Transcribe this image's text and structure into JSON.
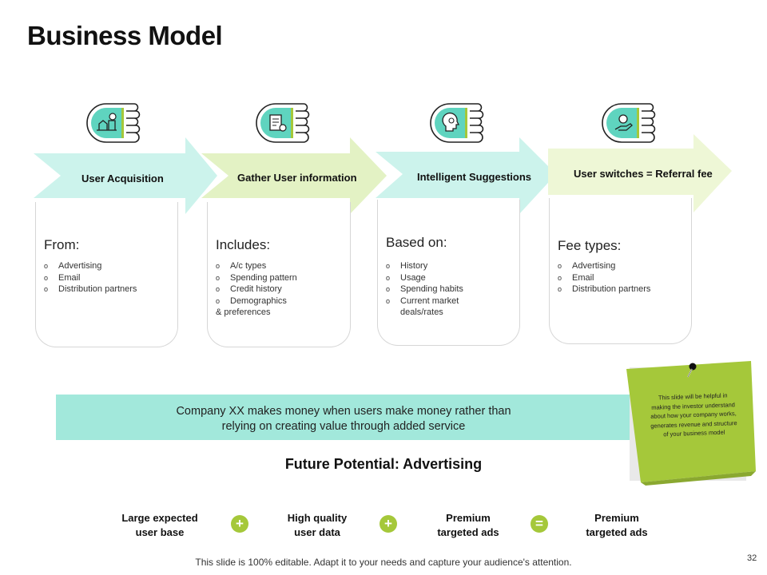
{
  "title": "Business Model",
  "steps": [
    {
      "label": "User Acquisition",
      "icon": "city-money-icon",
      "heading": "From:",
      "items": [
        "Advertising",
        "Email",
        "Distribution partners"
      ]
    },
    {
      "label": "Gather User information",
      "icon": "document-chart-icon",
      "heading": "Includes:",
      "items": [
        "A/c types",
        "Spending pattern",
        "Credit history",
        "Demographics"
      ],
      "extra": "& preferences"
    },
    {
      "label": "Intelligent Suggestions",
      "icon": "head-brain-icon",
      "heading": "Based on:",
      "items": [
        "History",
        "Usage",
        "Spending habits",
        "Current market"
      ],
      "extra": "deals/rates"
    },
    {
      "label": "User switches = Referral fee",
      "icon": "hand-money-icon",
      "heading": "Fee types:",
      "items": [
        "Advertising",
        "Email",
        "Distribution partners"
      ]
    }
  ],
  "bullet": "o",
  "banner": {
    "line1": "Company XX makes money when users make money rather than",
    "line2": "relying on creating value through  added service"
  },
  "future_title": "Future Potential: Advertising",
  "equation": {
    "terms": [
      {
        "line1": "Large expected",
        "line2": "user base"
      },
      {
        "line1": "High quality",
        "line2": "user data"
      },
      {
        "line1": "Premium",
        "line2": "targeted ads"
      },
      {
        "line1": "Premium",
        "line2": "targeted ads"
      }
    ],
    "operators": [
      "+",
      "+",
      "="
    ]
  },
  "note": "This slide will be helpful in making the investor understand about how your company works, generates revenue and structure of your business model",
  "footer": "This slide is 100% editable. Adapt it to your needs and capture your audience's attention.",
  "page_number": "32",
  "colors": {
    "mint": "#a2e8db",
    "green": "#a5c83a",
    "teal_icon": "#5fd4bf",
    "arrow1": "#ccf3ec",
    "arrow2": "#e3f2c4",
    "arrow4": "#eef7d6"
  }
}
